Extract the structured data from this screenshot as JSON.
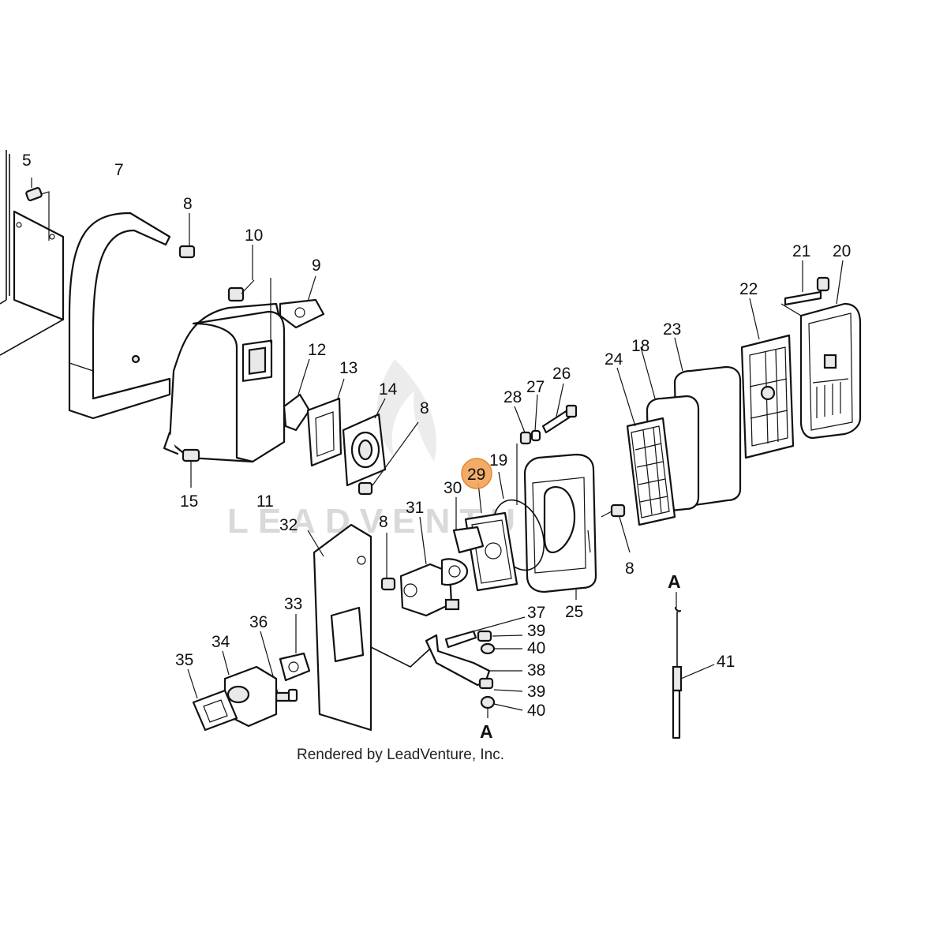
{
  "watermark": "LEADVENTURE",
  "credit": "Rendered by LeadVenture, Inc.",
  "highlight": {
    "part": "29",
    "color": "#f2a458"
  },
  "callouts": {
    "p5": "5",
    "p7": "7",
    "p8a": "8",
    "p10": "10",
    "p9": "9",
    "p12": "12",
    "p13": "13",
    "p14": "14",
    "p8b": "8",
    "p15": "15",
    "p11": "11",
    "p21": "21",
    "p20": "20",
    "p22": "22",
    "p23": "23",
    "p18": "18",
    "p24": "24",
    "p26": "26",
    "p27": "27",
    "p28": "28",
    "p19": "19",
    "p29": "29",
    "p30": "30",
    "p31": "31",
    "p8c": "8",
    "p8d": "8",
    "p32": "32",
    "p25": "25",
    "pA1": "A",
    "p41": "41",
    "p37": "37",
    "p39a": "39",
    "p40a": "40",
    "p38": "38",
    "p39b": "39",
    "p40b": "40",
    "pA2": "A",
    "p33": "33",
    "p36": "36",
    "p34": "34",
    "p35": "35"
  }
}
